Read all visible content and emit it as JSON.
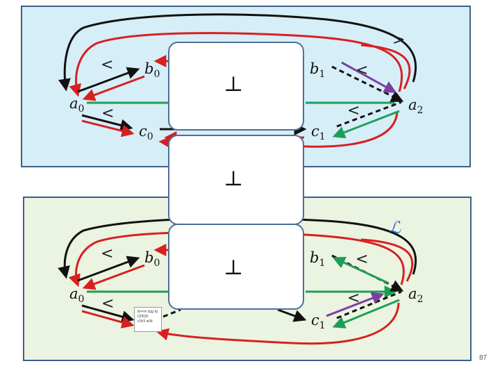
{
  "top_diagram": {
    "nodes": {
      "a0": "a",
      "b0": "b",
      "c0": "c",
      "b1": "b",
      "c1": "c",
      "a2": "a"
    },
    "subscripts": {
      "a0": "0",
      "b0": "0",
      "c0": "0",
      "b1": "1",
      "c1": "1",
      "a2": "2"
    },
    "relations": {
      "lt_a0_b0": "<",
      "lt_a0_c0": "<",
      "lt_b1_a2": "<",
      "lt_c1_a2": "<",
      "gt_top": ">"
    }
  },
  "bottom_diagram": {
    "nodes": {
      "a0": "a",
      "b0": "b",
      "c1": "c",
      "b1": "b",
      "a2": "a"
    },
    "subscripts": {
      "a0": "0",
      "b0": "0",
      "c1": "1",
      "b1": "1",
      "a2": "2"
    },
    "relations": {
      "lt_a0_b0": "<",
      "lt_a0_c0": "<",
      "lt_b1_a2": "<",
      "lt_c1_a2": "<"
    },
    "corner_label": "ℒ"
  },
  "cards": {
    "card1_symbol": "⊥",
    "card2_symbol": "⊥",
    "card3_symbol": "⊥"
  },
  "tiny_note": "bi=m bjg bj\nt33t3t\nc3t3 w3t",
  "page_number": "87",
  "colors": {
    "red": "#d7201f",
    "green": "#1e9e55",
    "black": "#111111",
    "purple": "#7b3fa0",
    "blue_text": "#3b6fcc"
  }
}
